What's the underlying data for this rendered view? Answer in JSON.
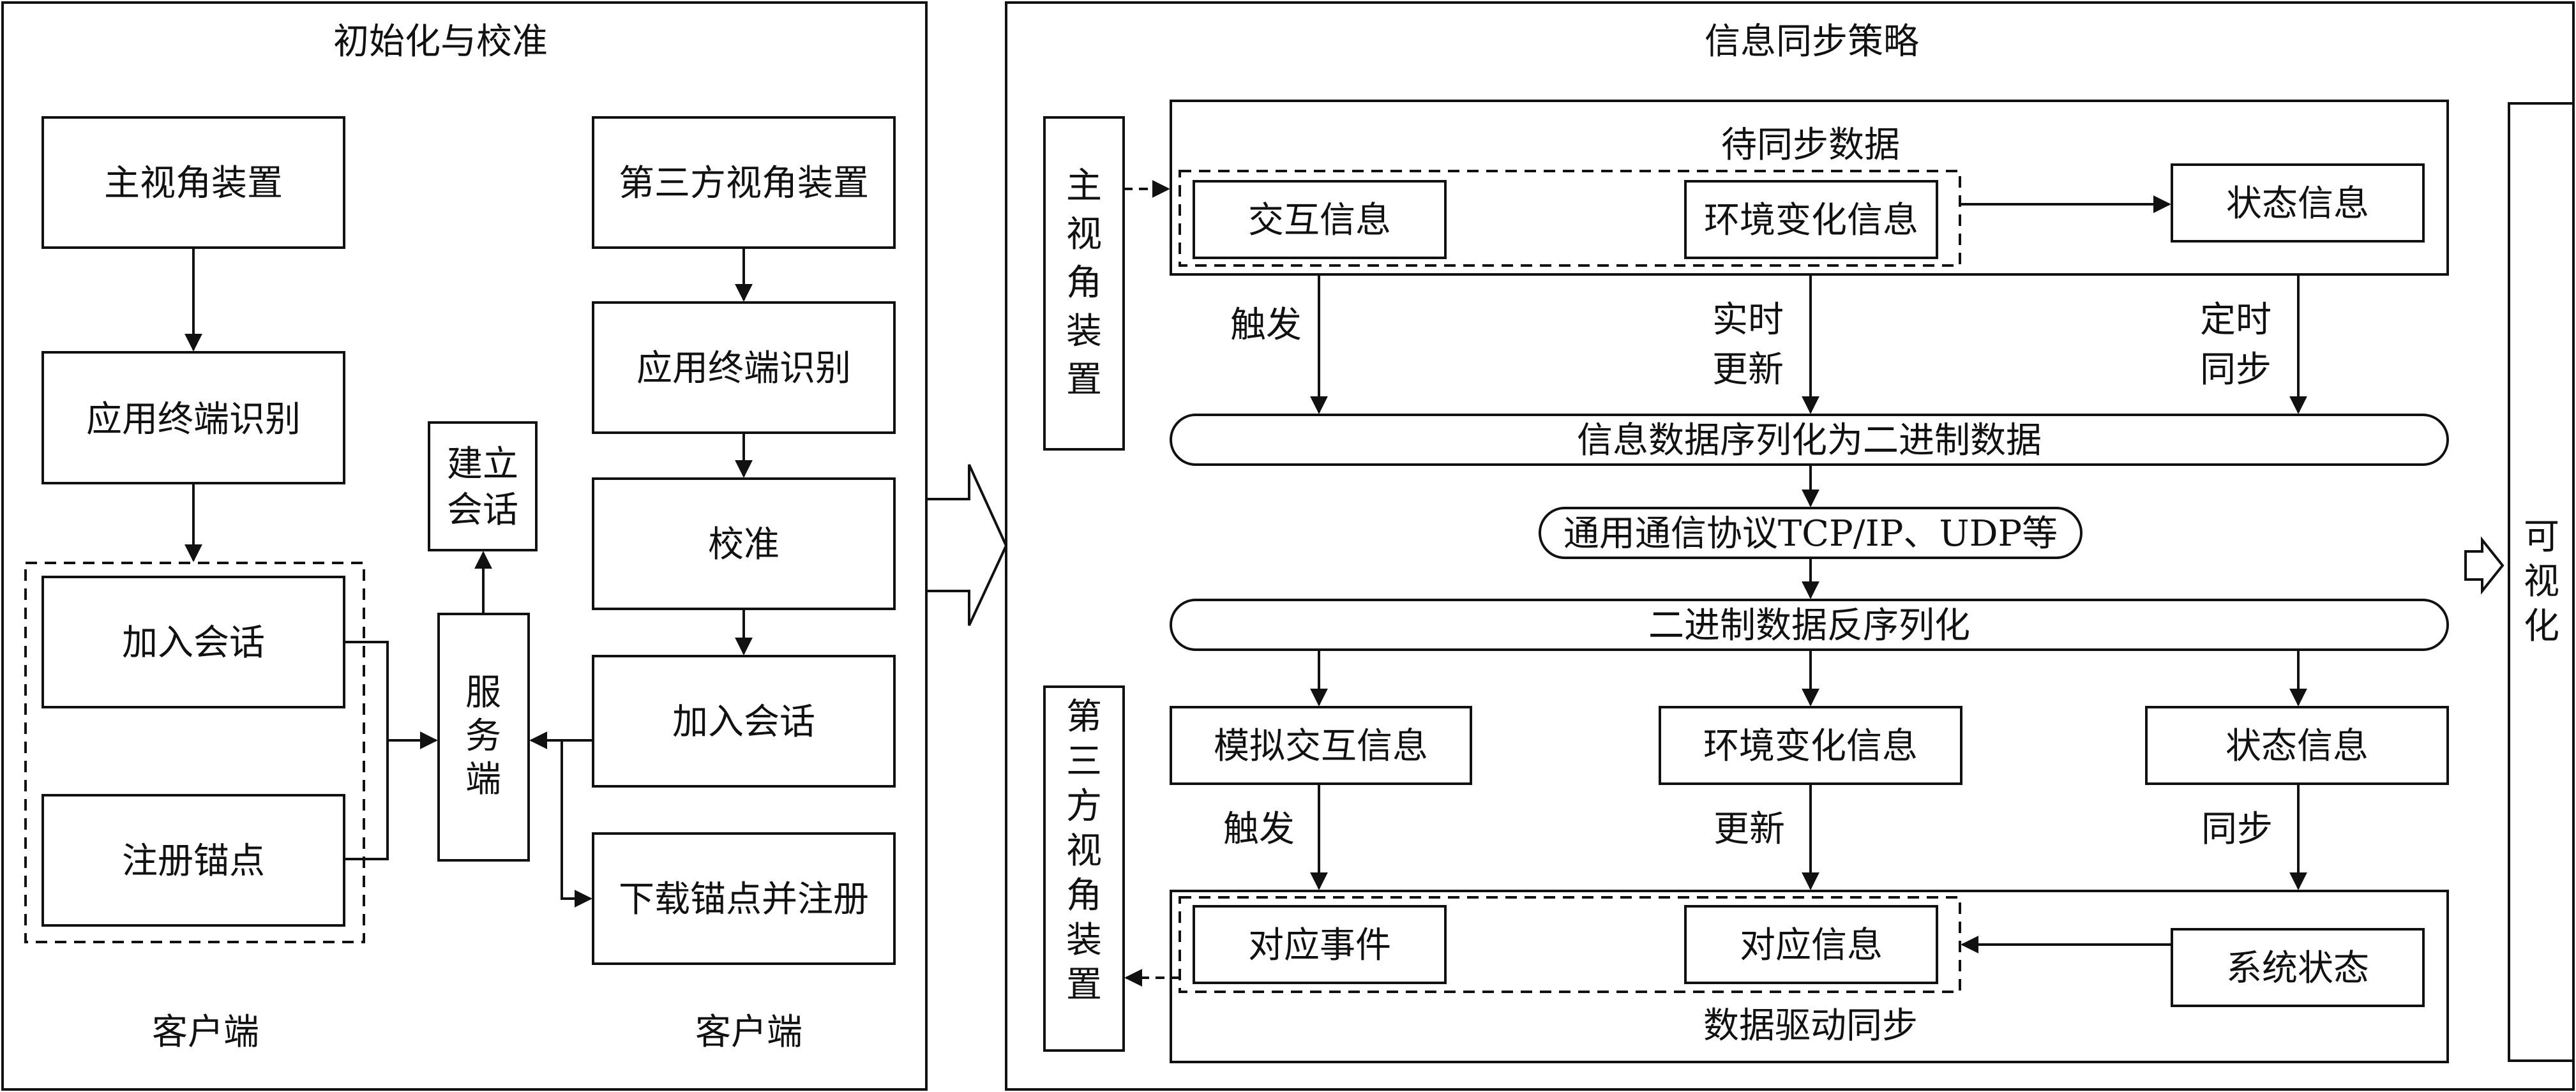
{
  "left_panel": {
    "title": "初始化与校准",
    "client_left": {
      "device": "主视角装置",
      "terminal_identify": "应用终端识别",
      "join_session": "加入会话",
      "register_anchor": "注册锚点",
      "label": "客户端"
    },
    "server": {
      "label_chars": [
        "服",
        "务",
        "端"
      ],
      "create_session_lines": [
        "建立",
        "会话"
      ]
    },
    "client_right": {
      "device": "第三方视角装置",
      "terminal_identify": "应用终端识别",
      "calibrate": "校准",
      "join_session": "加入会话",
      "download_anchor": "下载锚点并注册",
      "label": "客户端"
    }
  },
  "right_panel": {
    "title": "信息同步策略",
    "main_device_chars": [
      "主",
      "视",
      "角",
      "装",
      "置"
    ],
    "third_device_chars": [
      "第",
      "三",
      "方",
      "视",
      "角",
      "装",
      "置"
    ],
    "visualize_chars": [
      "可",
      "视",
      "化"
    ],
    "pending_data": {
      "title": "待同步数据",
      "interaction": "交互信息",
      "env_change": "环境变化信息",
      "state": "状态信息"
    },
    "edge_labels": {
      "trigger": "触发",
      "realtime_update_lines": [
        "实时",
        "更新"
      ],
      "timed_sync_lines": [
        "定时",
        "同步"
      ],
      "trigger2": "触发",
      "update": "更新",
      "sync": "同步"
    },
    "serialize": "信息数据序列化为二进制数据",
    "protocol": "通用通信协议TCP/IP、UDP等",
    "deserialize": "二进制数据反序列化",
    "sim_interaction": "模拟交互信息",
    "env_change2": "环境变化信息",
    "state2": "状态信息",
    "data_driven": {
      "title": "数据驱动同步",
      "event": "对应事件",
      "info": "对应信息",
      "system_state": "系统状态"
    }
  }
}
